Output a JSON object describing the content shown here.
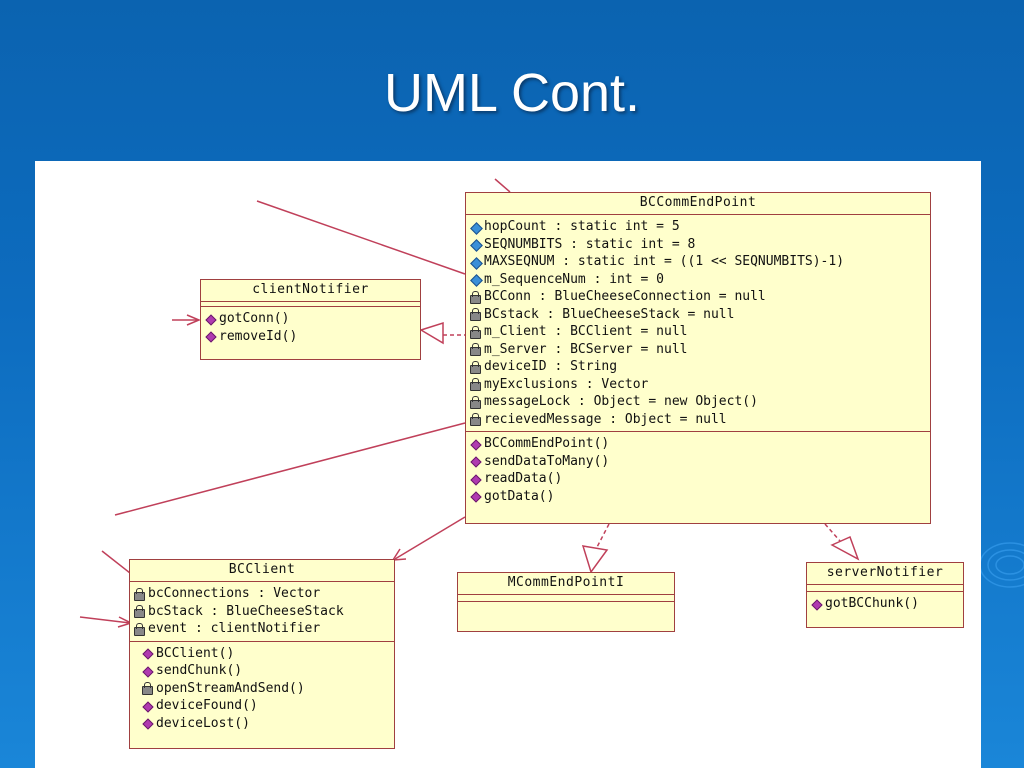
{
  "slide": {
    "title": "UML Cont."
  },
  "colors": {
    "background": "#0b63b0",
    "class_fill": "#ffffcc",
    "class_border": "#a04040",
    "connector": "#c0405a"
  },
  "classes": {
    "bccommendpoint": {
      "name": "BCCommEndPoint",
      "attributes": [
        {
          "icon": "public-attribute-icon",
          "text": "hopCount : static int = 5"
        },
        {
          "icon": "public-attribute-icon",
          "text": "SEQNUMBITS : static int = 8"
        },
        {
          "icon": "public-attribute-icon",
          "text": "MAXSEQNUM : static int = ((1 << SEQNUMBITS)-1)"
        },
        {
          "icon": "public-attribute-icon",
          "text": "m_SequenceNum : int = 0"
        },
        {
          "icon": "private-attribute-icon",
          "text": "BCConn : BlueCheeseConnection = null"
        },
        {
          "icon": "private-attribute-icon",
          "text": "BCstack : BlueCheeseStack = null"
        },
        {
          "icon": "private-attribute-icon",
          "text": "m_Client : BCClient = null"
        },
        {
          "icon": "private-attribute-icon",
          "text": "m_Server : BCServer = null"
        },
        {
          "icon": "private-attribute-icon",
          "text": "deviceID : String"
        },
        {
          "icon": "private-attribute-icon",
          "text": "myExclusions : Vector"
        },
        {
          "icon": "private-attribute-icon",
          "text": "messageLock : Object = new Object()"
        },
        {
          "icon": "private-attribute-icon",
          "text": "recievedMessage : Object = null"
        }
      ],
      "operations": [
        {
          "icon": "public-operation-icon",
          "text": "BCCommEndPoint()"
        },
        {
          "icon": "public-operation-icon",
          "text": "sendDataToMany()"
        },
        {
          "icon": "public-operation-icon",
          "text": "readData()"
        },
        {
          "icon": "public-operation-icon",
          "text": "gotData()"
        }
      ]
    },
    "clientnotifier": {
      "name": "clientNotifier",
      "operations": [
        {
          "icon": "public-operation-icon",
          "text": "gotConn()"
        },
        {
          "icon": "public-operation-icon",
          "text": "removeId()"
        }
      ]
    },
    "bcclient": {
      "name": "BCClient",
      "attributes": [
        {
          "icon": "private-attribute-icon",
          "text": "bcConnections : Vector"
        },
        {
          "icon": "private-attribute-icon",
          "text": "bcStack : BlueCheeseStack"
        },
        {
          "icon": "private-attribute-icon",
          "text": "event : clientNotifier"
        }
      ],
      "operations": [
        {
          "icon": "public-operation-icon",
          "text": "BCClient()"
        },
        {
          "icon": "public-operation-icon",
          "text": "sendChunk()"
        },
        {
          "icon": "private-operation-icon",
          "text": "openStreamAndSend()"
        },
        {
          "icon": "public-operation-icon",
          "text": "deviceFound()"
        },
        {
          "icon": "public-operation-icon",
          "text": "deviceLost()"
        }
      ]
    },
    "mcommendpointi": {
      "name": "MCommEndPointI"
    },
    "servernotifier": {
      "name": "serverNotifier",
      "operations": [
        {
          "icon": "public-operation-icon",
          "text": "gotBCChunk()"
        }
      ]
    }
  }
}
